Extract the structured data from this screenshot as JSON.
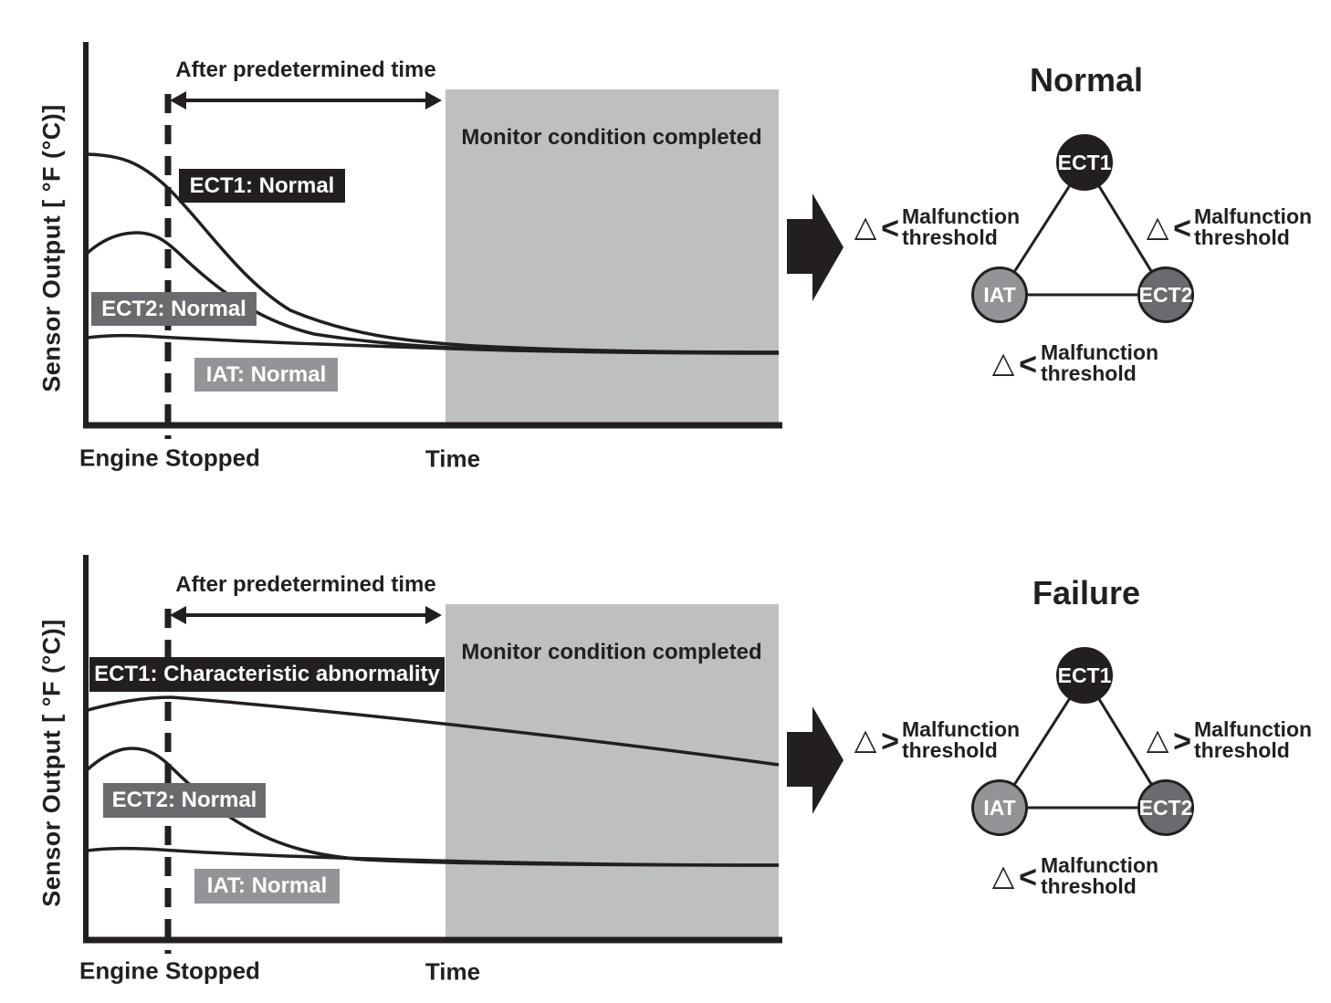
{
  "colors": {
    "ink": "#231f20",
    "monitor_region_gray": "#bdbfc0",
    "ect2_dark_gray": "#6a6b6e",
    "iat_light_gray": "#929497",
    "background": "#ffffff"
  },
  "panels": [
    {
      "y_axis_label": "Sensor Output [ °F (°C)]",
      "after_label": "After predetermined time",
      "monitor_label": "Monitor condition completed",
      "ect1_label": "ECT1: Normal",
      "ect2_label": "ECT2: Normal",
      "iat_label": "IAT: Normal",
      "engine_label": "Engine Stopped",
      "time_label": "Time",
      "diagram": {
        "title": "Normal",
        "node_top": "ECT1",
        "node_left": "IAT",
        "node_right": "ECT2",
        "left": {
          "symbol": "△",
          "comparator": "<",
          "line1": "Malfunction",
          "line2": "threshold"
        },
        "right": {
          "symbol": "△",
          "comparator": "<",
          "line1": "Malfunction",
          "line2": "threshold"
        },
        "bottom": {
          "symbol": "△",
          "comparator": "<",
          "line1": "Malfunction",
          "line2": "threshold"
        }
      }
    },
    {
      "y_axis_label": "Sensor Output [ °F (°C)]",
      "after_label": "After predetermined time",
      "monitor_label": "Monitor condition completed",
      "ect1_label": "ECT1: Characteristic abnormality",
      "ect2_label": "ECT2: Normal",
      "iat_label": "IAT: Normal",
      "engine_label": "Engine Stopped",
      "time_label": "Time",
      "diagram": {
        "title": "Failure",
        "node_top": "ECT1",
        "node_left": "IAT",
        "node_right": "ECT2",
        "left": {
          "symbol": "△",
          "comparator": ">",
          "line1": "Malfunction",
          "line2": "threshold"
        },
        "right": {
          "symbol": "△",
          "comparator": ">",
          "line1": "Malfunction",
          "line2": "threshold"
        },
        "bottom": {
          "symbol": "△",
          "comparator": "<",
          "line1": "Malfunction",
          "line2": "threshold"
        }
      }
    }
  ]
}
